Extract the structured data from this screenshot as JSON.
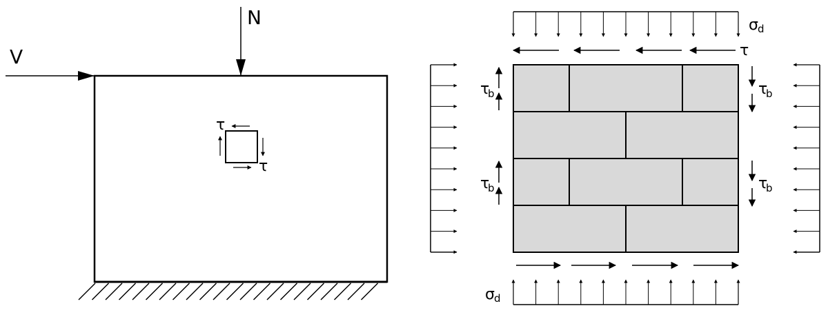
{
  "labels": {
    "horizontal_force": "V",
    "vertical_force": "N",
    "element_shear_top": "τ",
    "element_shear_bottom": "τ",
    "right_shear": "τ",
    "bed_shear_symbol": "τ",
    "bed_shear_subscript": "b",
    "normal_stress_symbol": "σ",
    "normal_stress_subscript": "d"
  },
  "colors": {
    "line": "#000000",
    "brick_fill": "#d9d9d9",
    "background": "#ffffff"
  }
}
